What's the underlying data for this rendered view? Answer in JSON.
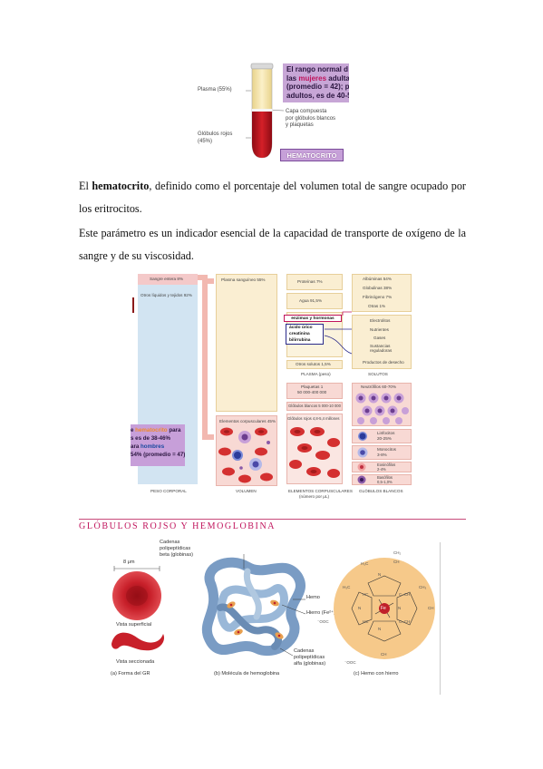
{
  "figure_tube": {
    "plasma_label": "Plasma (55%)",
    "layer_label_1": "Capa compuesta",
    "layer_label_2": "por glóbulos blancos",
    "layer_label_3": "y plaquetas",
    "rbc_label_1": "Glóbulos rojos",
    "rbc_label_2": "(45%)",
    "callout_1": "El rango normal d",
    "callout_2a": "las ",
    "callout_2b": "mujeres",
    "callout_2c": " adulta",
    "callout_3": "(promedio = 42); p",
    "callout_4": "adultos, es de 40-5",
    "badge": "HEMATOCRITO",
    "colors": {
      "blood": "#b5141e",
      "plasma": "#f3e3a6",
      "callout": "#c7a6d6"
    }
  },
  "paragraph1": {
    "pre": "El ",
    "bold": "hematocrito",
    "post": ", definido como el porcentaje del volumen total de sangre ocupado por los eritrocitos."
  },
  "paragraph2": "Este parámetro es un indicador esencial de la capacidad de transporte de oxígeno de la sangre y de su viscosidad.",
  "figure_blood": {
    "col1": {
      "item1": "Sangre entera 8%",
      "item2": "Otros líquidos y tejidos 92%",
      "footer": "PESO CORPORAL",
      "note_1a": "e ",
      "note_1b": "hematocrito",
      "note_1c": " para",
      "note_2": "s es de 38-46%",
      "note_3a": "ara ",
      "note_3b": "hombres",
      "note_4": "54% (promedio = 47)"
    },
    "col2": {
      "plasma": "Plasma sanguíneo 55%",
      "elements": "Elementos corpusculares 45%",
      "footer": "VOLUMEN"
    },
    "col3": {
      "proteins": "Proteínas 7%",
      "water": "Agua 91,5%",
      "enzymes": "enzimas y hormonas",
      "acid": "ácido úrico",
      "creatinine": "creatinina",
      "bilirubin": "bilirrubina",
      "other": "Otros solutos 1,5%",
      "footer_plasma": "PLASMA (peso)",
      "platelets_1": "Plaquetas 1",
      "platelets_2": "50 000-400 000",
      "wbc": "Glóbulos blancos 5 000-10 000",
      "rbc": "Glóbulos rojos 4,8-5,4 millones",
      "footer_elements_1": "ELEMENTOS CORPUSCULARES",
      "footer_elements_2": "(número por μL)"
    },
    "col4": {
      "albumins": "Albúminas 54%",
      "globulins": "Globulinas 38%",
      "fibrinogen": "Fibrinógeno 7%",
      "others": "Otras 1%",
      "electrolytes": "Electrolitos",
      "nutrients": "Nutrientes",
      "gases": "Gases",
      "regulators_1": "Sustancias",
      "regulators_2": "reguladoras",
      "waste": "Productos de desecho",
      "footer_solutes": "SOLUTOS",
      "neutrophils": "Neutrófilos 60-70%",
      "lymphocytes_1": "Linfocitos",
      "lymphocytes_2": "20-25%",
      "monocytes_1": "Monocitos",
      "monocytes_2": "3-8%",
      "eosinophils_1": "Eosinófilos",
      "eosinophils_2": "2-4%",
      "basophils_1": "Basófilos",
      "basophils_2": "0,5-1,0%",
      "footer_wbc": "GLÓBULOS BLANCOS"
    }
  },
  "section_title": "GLÓBULOS ROJSO Y HEMOGLOBINA",
  "figure_hb": {
    "size": "8 μm",
    "top_view": "Vista superficial",
    "section_view": "Vista seccionada",
    "caption_a": "(a) Forma del GR",
    "beta_1": "Cadenas",
    "beta_2": "polipeptídicas",
    "beta_3": "beta (globinas)",
    "heme": "Hemo",
    "iron": "Hierro (Fe²⁺)",
    "alpha_1": "Cadenas",
    "alpha_2": "polipeptídicas",
    "alpha_3": "alfa (globinas)",
    "caption_b": "(b) Molécula de hemoglobina",
    "caption_c": "(c) Hemo con hierro",
    "fe": "Fe",
    "ch3_a": "CH₃",
    "ch2": "CH₂",
    "ch_a": "CH",
    "ch_b": "CH",
    "ch_c": "CH",
    "coo_a": "⁻OOC",
    "coo_b": "⁻OOC",
    "n1": "N",
    "n2": "N",
    "n3": "N",
    "n4": "N",
    "hc1": "HC",
    "hc2": "HC",
    "h3c_a": "H₃C",
    "h3c_b": "H₃C",
    "ch_eq": "C=CH",
    "ch_eq2": "C=CH"
  }
}
